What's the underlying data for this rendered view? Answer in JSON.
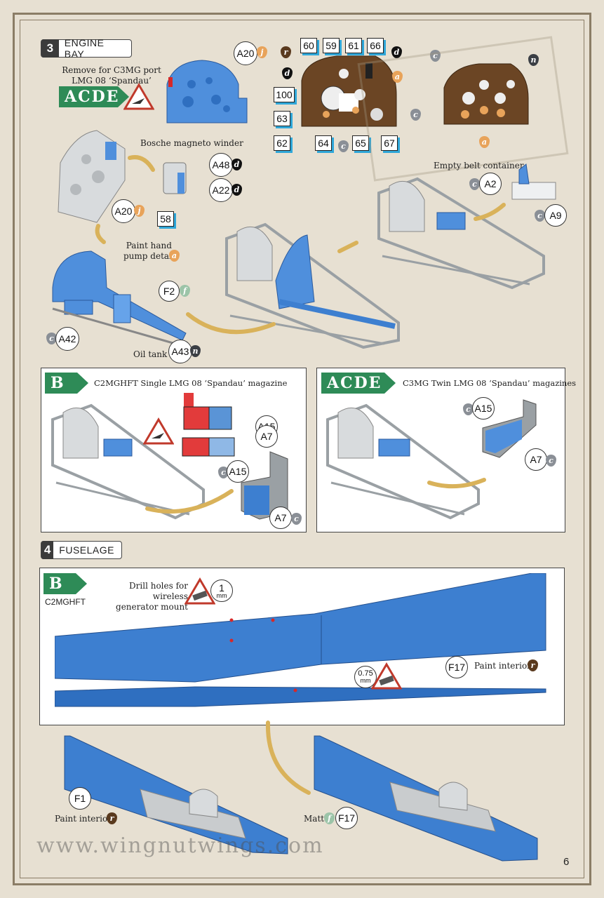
{
  "step3": {
    "number": "3",
    "title": "ENGINE BAY"
  },
  "step4": {
    "number": "4",
    "title": "FUSELAGE"
  },
  "labels": {
    "remove_for": "Remove for C3MG port",
    "remove_for_2": "LMG 08 ‘Spandau’",
    "bosche": "Bosche magneto winder",
    "paint_hand": "Paint hand",
    "pump_detail": "pump detail",
    "oil_tank": "Oil tank",
    "empty_belt": "Empty belt container",
    "panel_b_title": "C2MGHFT Single LMG 08 ‘Spandau’ magazine",
    "panel_acde_title": "C3MG Twin LMG 08 ‘Spandau’ magazines",
    "c2mghft": "C2MGHFT",
    "drill_1": "Drill holes for wireless",
    "drill_2": "generator mount",
    "paint_interior": "Paint interior",
    "paint_interior_2": "Paint interior",
    "matt": "Matt"
  },
  "badges": {
    "acde_1": "ACDE",
    "b_1": "B",
    "acde_2": "ACDE",
    "b_2": "B"
  },
  "parts": {
    "A20a": "A20",
    "A20b": "A20",
    "A48": "A48",
    "A22": "A22",
    "p58": "58",
    "A42": "A42",
    "A43": "A43",
    "F2": "F2",
    "A2": "A2",
    "A9": "A9",
    "A15a": "A15",
    "A7a": "A7",
    "A15b": "A15",
    "A7b": "A7",
    "A15c": "A15",
    "A7c": "A7",
    "F17a": "F17",
    "F1": "F1",
    "F17b": "F17"
  },
  "decals": {
    "d60": "60",
    "d59": "59",
    "d61": "61",
    "d66": "66",
    "d100": "100",
    "d63": "63",
    "d62": "62",
    "d64": "64",
    "d65": "65",
    "d67": "67"
  },
  "paints": {
    "j": "j",
    "r": "r",
    "d": "d",
    "c": "c",
    "a": "a",
    "n": "n",
    "f": "f"
  },
  "drills": {
    "size_1": "1",
    "unit_1": "mm",
    "size_2": "0.75",
    "unit_2": "mm"
  },
  "watermark": "www.wingnutwings.com",
  "page_number": "6",
  "colors": {
    "blue_part": "#3d7fd0",
    "grey_part": "#c9ccce",
    "brown_panel": "#6b4524",
    "green_badge": "#2e8b57",
    "decal_shadow": "#2fa7d9",
    "red_warn": "#c0392b"
  }
}
